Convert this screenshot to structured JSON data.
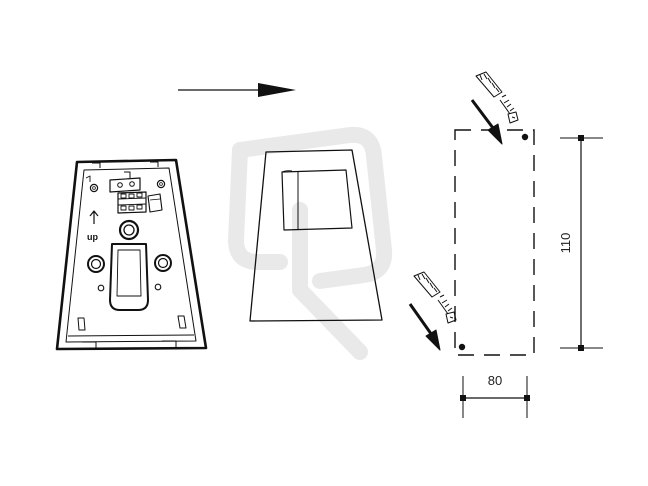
{
  "labels": {
    "up": "up",
    "width_dimension": "80",
    "height_dimension": "110"
  },
  "colors": {
    "line": "#111111",
    "watermark": "#e6e6e6"
  },
  "icons": {
    "direction_arrow": "arrow-right-icon",
    "screw_anchor": "screw-anchor-icon",
    "watermark": "brand-watermark-icon"
  }
}
